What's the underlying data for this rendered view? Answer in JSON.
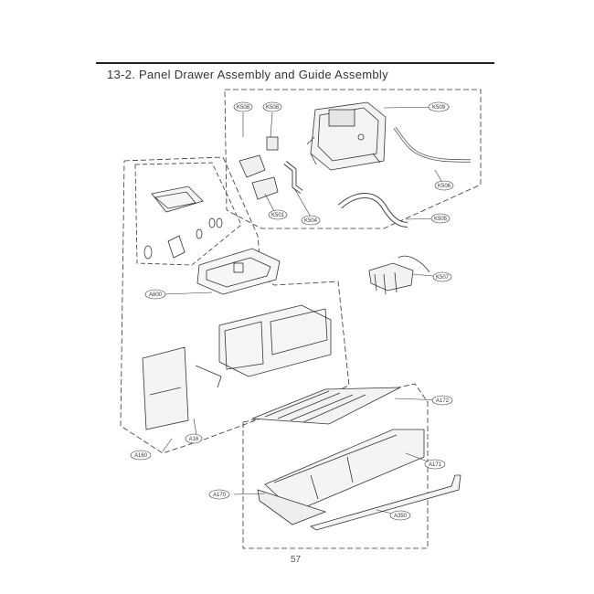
{
  "page": {
    "title": "13-2. Panel Drawer Assembly and Guide Assembly",
    "page_number": "57"
  },
  "callouts": [
    {
      "id": "k508a",
      "text": "K508"
    },
    {
      "id": "k508b",
      "text": "K508"
    },
    {
      "id": "k509",
      "text": "K509"
    },
    {
      "id": "k506",
      "text": "K506"
    },
    {
      "id": "k501",
      "text": "K501"
    },
    {
      "id": "k504",
      "text": "K504"
    },
    {
      "id": "k505",
      "text": "K505"
    },
    {
      "id": "k507",
      "text": "K507"
    },
    {
      "id": "a600",
      "text": "A600"
    },
    {
      "id": "a172",
      "text": "A172"
    },
    {
      "id": "a171",
      "text": "A171"
    },
    {
      "id": "a16",
      "text": "A16"
    },
    {
      "id": "a160",
      "text": "A160"
    },
    {
      "id": "a170",
      "text": "A170"
    },
    {
      "id": "a350",
      "text": "A350"
    }
  ]
}
